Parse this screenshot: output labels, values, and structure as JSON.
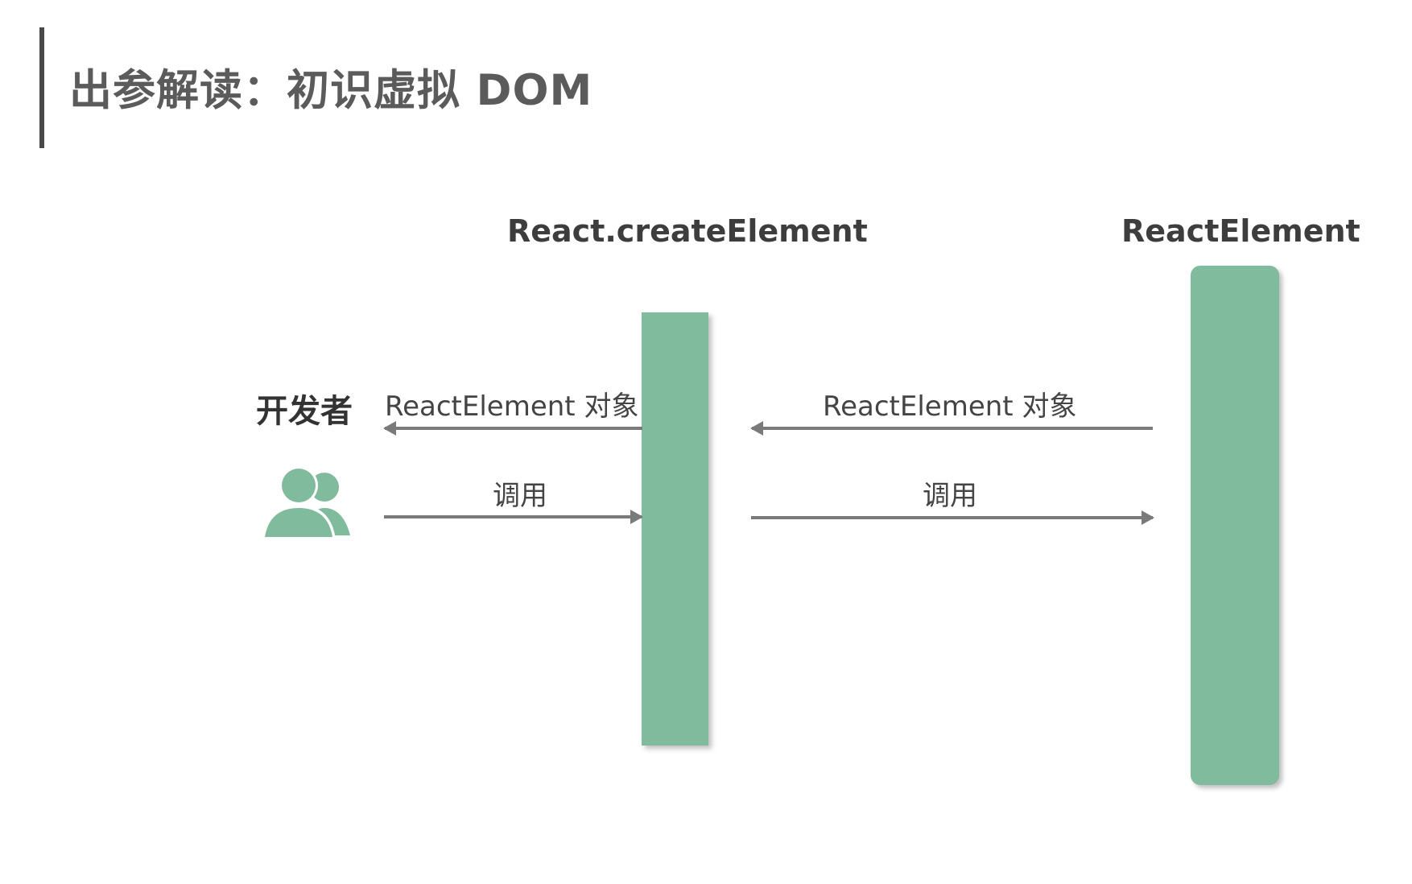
{
  "title": "出参解读：初识虚拟 DOM",
  "lanes": {
    "create_element": {
      "label": "React.createElement"
    },
    "react_element": {
      "label": "ReactElement"
    }
  },
  "actor": {
    "label": "开发者",
    "icon": "users-icon"
  },
  "messages": {
    "return_to_developer": "ReactElement 对象",
    "call_create_element": "调用",
    "return_to_create_element": "ReactElement 对象",
    "call_react_element": "调用"
  },
  "colors": {
    "lane": "#81bb9e",
    "icon": "#81bb9e",
    "arrow": "#7a7a7a",
    "title": "#5b5b5b"
  }
}
